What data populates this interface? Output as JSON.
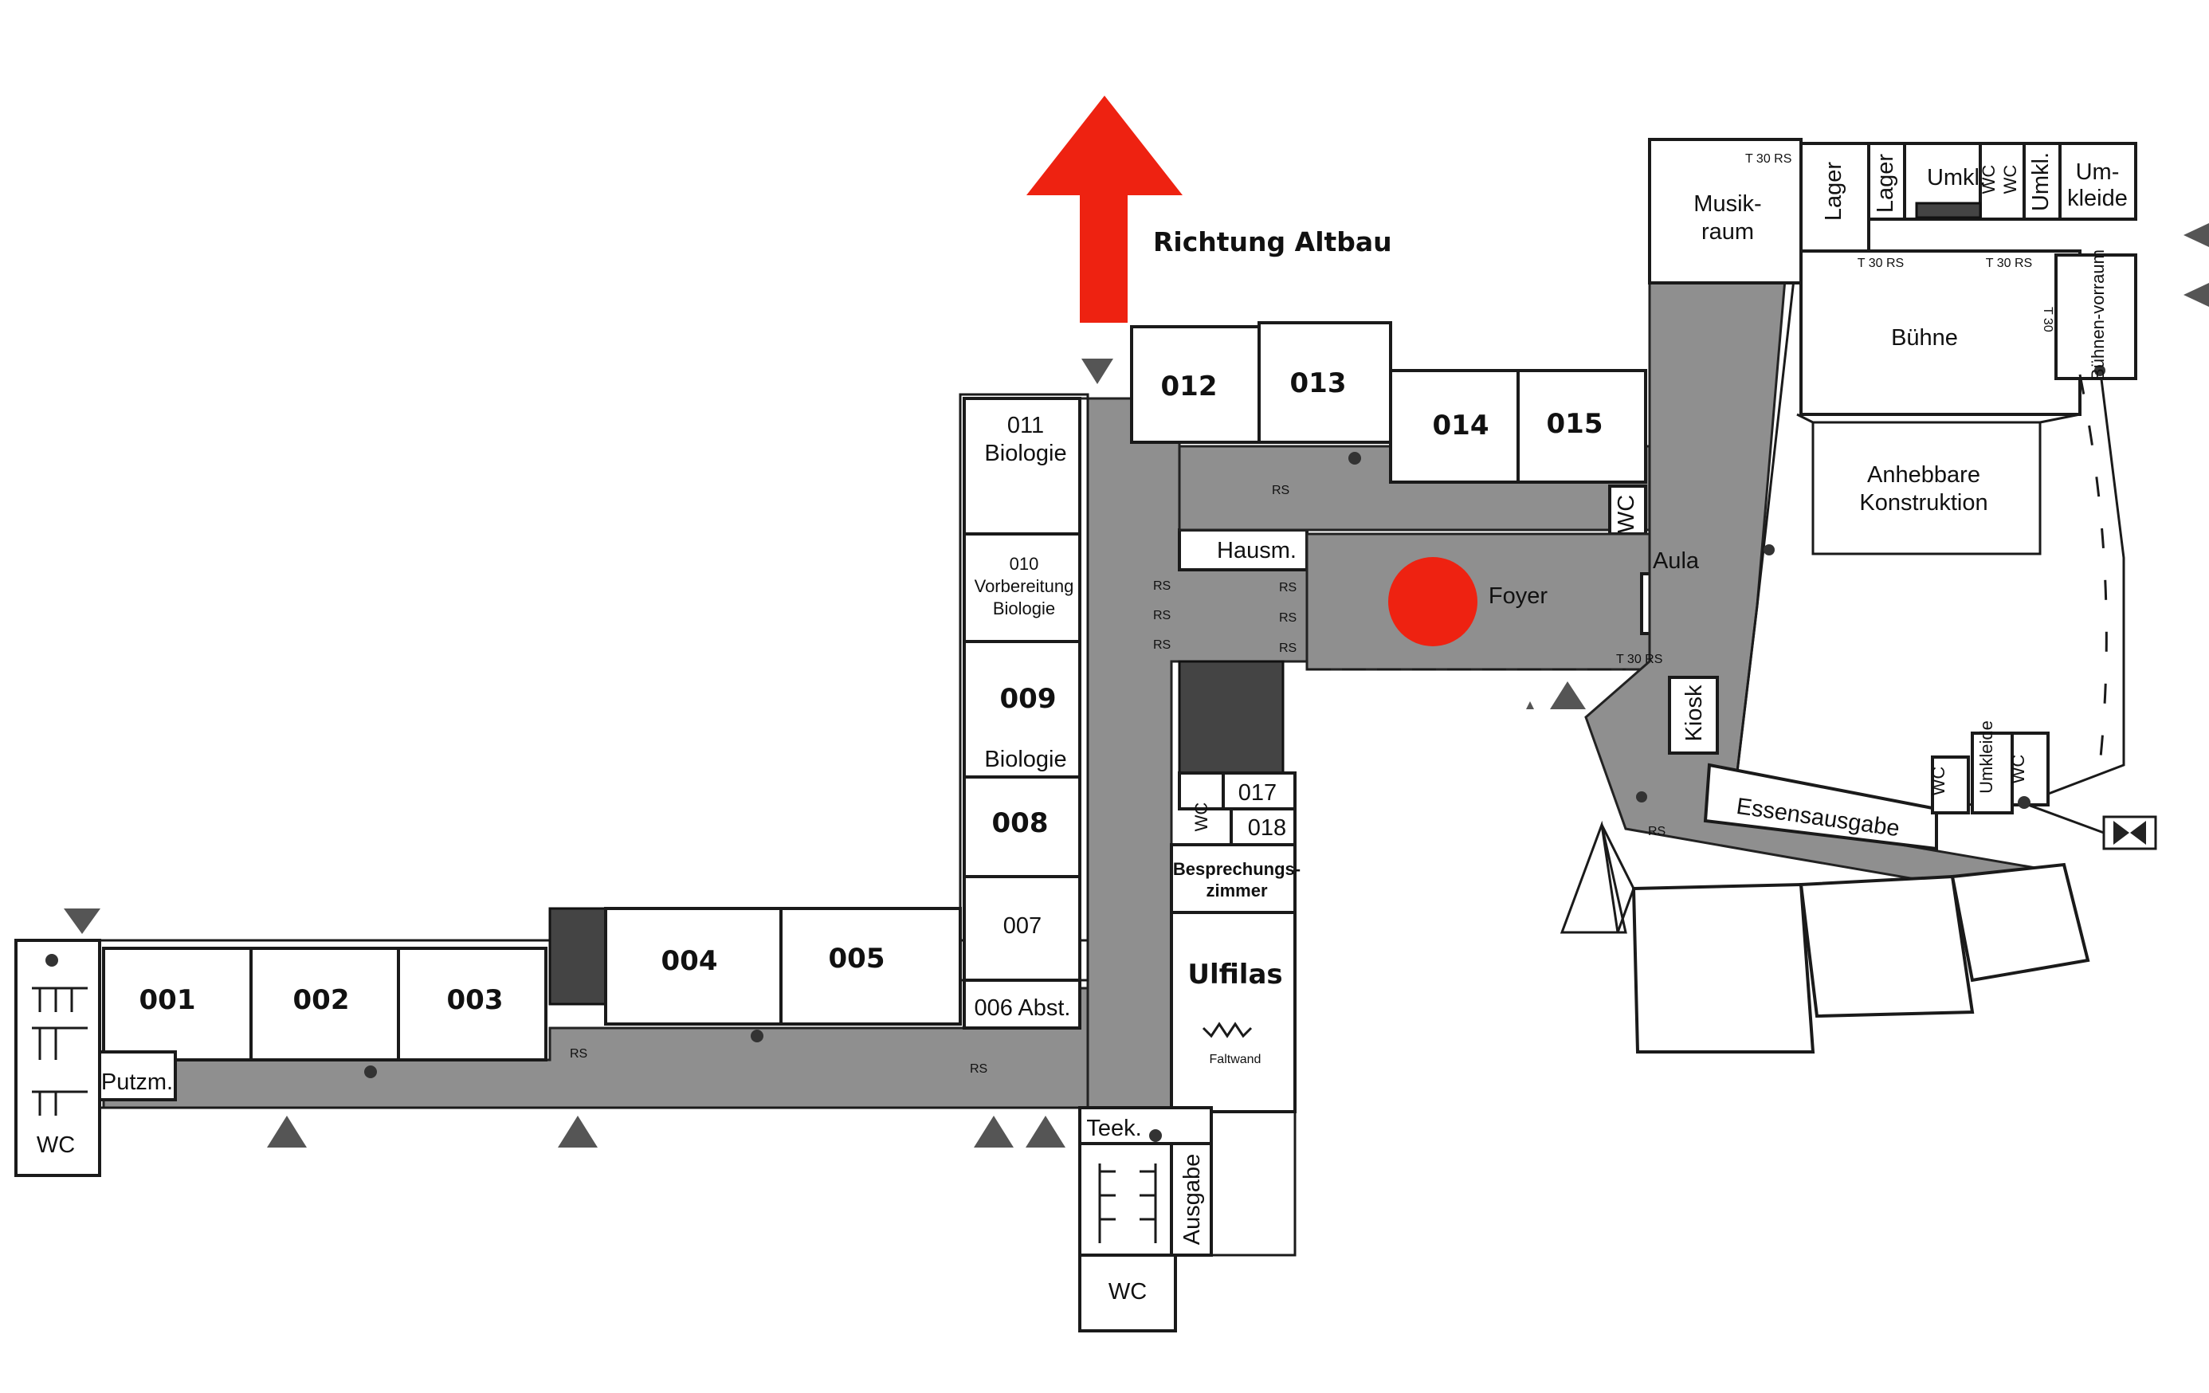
{
  "direction": {
    "label": "Richtung Altbau",
    "arrow_color": "#ee2211"
  },
  "location_marker_color": "#ee2211",
  "rooms": {
    "r001": "001",
    "r002": "002",
    "r003": "003",
    "r004": "004",
    "r005": "005",
    "r006": "006 Abst.",
    "r007": "007",
    "r008": "008",
    "r009": "009",
    "r009_sub": "Biologie",
    "r010_num": "010",
    "r010_l1": "Vorbereitung",
    "r010_l2": "Biologie",
    "r011_num": "011",
    "r011_sub": "Biologie",
    "r012": "012",
    "r013": "013",
    "r014": "014",
    "r015": "015",
    "r017": "017",
    "r018": "018",
    "bespr_l1": "Besprechungs-",
    "bespr_l2": "zimmer",
    "ulfilas": "Ulfilas",
    "faltwand": "Faltwand",
    "putzm": "Putzm.",
    "wc": "WC",
    "teek": "Teek.",
    "ausgabe": "Ausgabe",
    "hausm": "Hausm.",
    "foyer": "Foyer",
    "aula": "Aula",
    "kiosk": "Kiosk",
    "essensausgabe": "Essensausgabe",
    "umkleide": "Umkleide",
    "musik_l1": "Musik-",
    "musik_l2": "raum",
    "lager": "Lager",
    "umkl": "Umkl.",
    "umkleide2_l1": "Um-",
    "umkleide2_l2": "kleide",
    "buehne": "Bühne",
    "buehnenvorraum": "Bühnen-vorraum",
    "anheb_l1": "Anhebbare",
    "anheb_l2": "Konstruktion",
    "rs": "RS",
    "t30rs": "T 30 RS",
    "t30": "T 30"
  }
}
